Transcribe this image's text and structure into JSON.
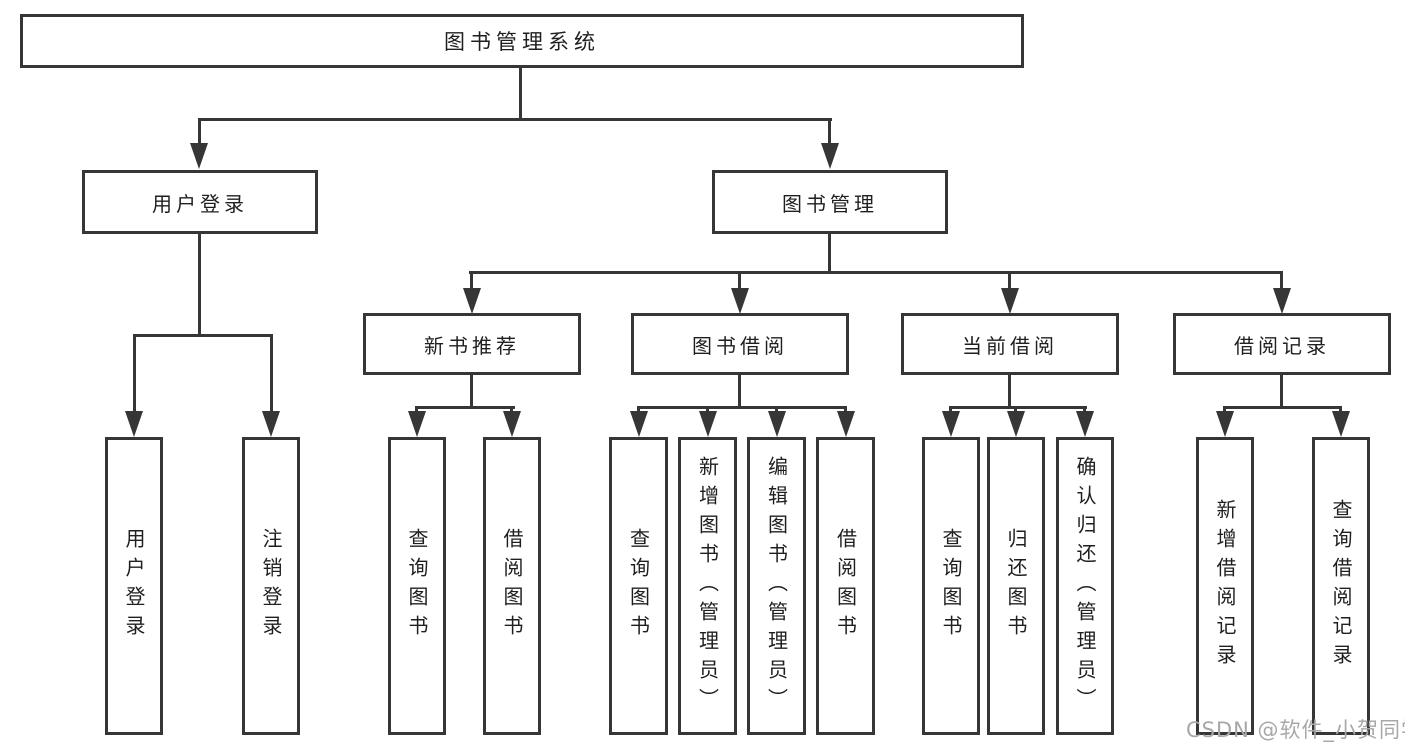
{
  "diagram": {
    "root": "图书管理系统",
    "branches": [
      {
        "label": "用户登录",
        "children": [
          {
            "label": "用户登录"
          },
          {
            "label": "注销登录"
          }
        ]
      },
      {
        "label": "图书管理",
        "children": [
          {
            "label": "新书推荐",
            "children": [
              {
                "label": "查询图书"
              },
              {
                "label": "借阅图书"
              }
            ]
          },
          {
            "label": "图书借阅",
            "children": [
              {
                "label": "查询图书"
              },
              {
                "label": "新增图书（管理员）"
              },
              {
                "label": "编辑图书（管理员）"
              },
              {
                "label": "借阅图书"
              }
            ]
          },
          {
            "label": "当前借阅",
            "children": [
              {
                "label": "查询图书"
              },
              {
                "label": "归还图书"
              },
              {
                "label": "确认归还（管理员）"
              }
            ]
          },
          {
            "label": "借阅记录",
            "children": [
              {
                "label": "新增借阅记录"
              },
              {
                "label": "查询借阅记录"
              }
            ]
          }
        ]
      }
    ]
  },
  "watermark": "CSDN @软件_小贺同学",
  "colors": {
    "line": "#363636",
    "text": "#1f1f1f",
    "background": "#ffffff",
    "watermark": "#a8a8a8"
  }
}
